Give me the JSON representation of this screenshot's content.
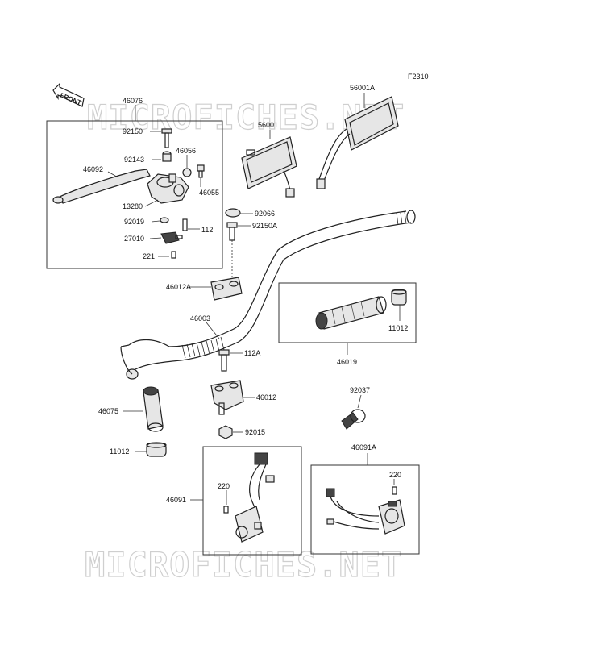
{
  "figure_id": "F2310",
  "front_arrow": {
    "label": "FRONT"
  },
  "watermark": {
    "text": "MICROFICHES.NET"
  },
  "labels": {
    "p46076": "46076",
    "p92150": "92150",
    "p92143": "92143",
    "p46056": "46056",
    "p46092": "46092",
    "p46055": "46055",
    "p13280": "13280",
    "p92019": "92019",
    "p112": "112",
    "p27010": "27010",
    "p221": "221",
    "p56001A": "56001A",
    "p56001": "56001",
    "p92066": "92066",
    "p92150A": "92150A",
    "p46012A": "46012A",
    "p46003": "46003",
    "p11012a": "11012",
    "p46019": "46019",
    "p112A": "112A",
    "p46012": "46012",
    "p46075": "46075",
    "p92015": "92015",
    "p92037": "92037",
    "p11012b": "11012",
    "p46091A": "46091A",
    "p220a": "220",
    "p46091": "46091",
    "p220b": "220"
  }
}
